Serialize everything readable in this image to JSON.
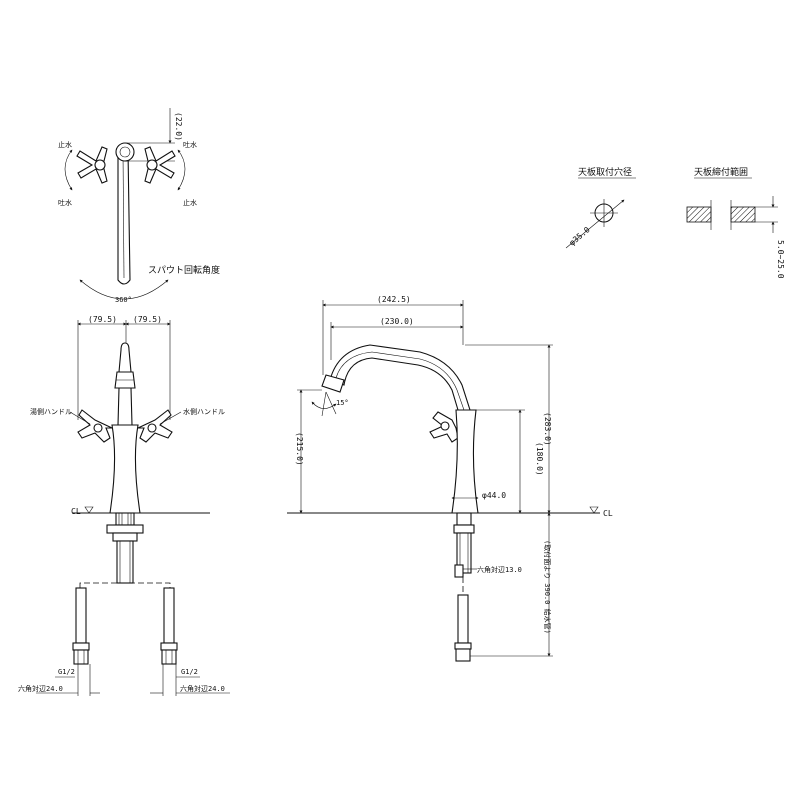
{
  "top_view": {
    "dim_22": "(22.0)",
    "stop_left": "止水",
    "open_left": "吐水",
    "stop_right": "吐水",
    "open_right": "止水",
    "spout_rotation_label": "スパウト回転角度",
    "angle_360": "360°"
  },
  "front_view": {
    "dim_79_left": "(79.5)",
    "dim_79_right": "(79.5)",
    "hot_handle": "湯側ハンドル",
    "cold_handle": "水側ハンドル",
    "cl_label": "CL",
    "thread_left": "G1/2",
    "thread_right": "G1/2",
    "hex_left": "六角対辺24.0",
    "hex_right": "六角対辺24.0"
  },
  "side_view": {
    "dim_242": "(242.5)",
    "dim_230": "(230.0)",
    "dim_215": "(215.0)",
    "dim_180": "(180.0)",
    "dim_283": "(283.0)",
    "dim_44": "φ44.0",
    "angle_15": "15°",
    "cl_label": "CL",
    "hex_13": "六角対辺13.0",
    "dim_390": "(取付面より 390.0 給水管)"
  },
  "mount_hole": {
    "title": "天板取付穴径",
    "dim": "φ35.0"
  },
  "mount_range": {
    "title": "天板締付範囲",
    "dim": "5.0~25.0"
  }
}
